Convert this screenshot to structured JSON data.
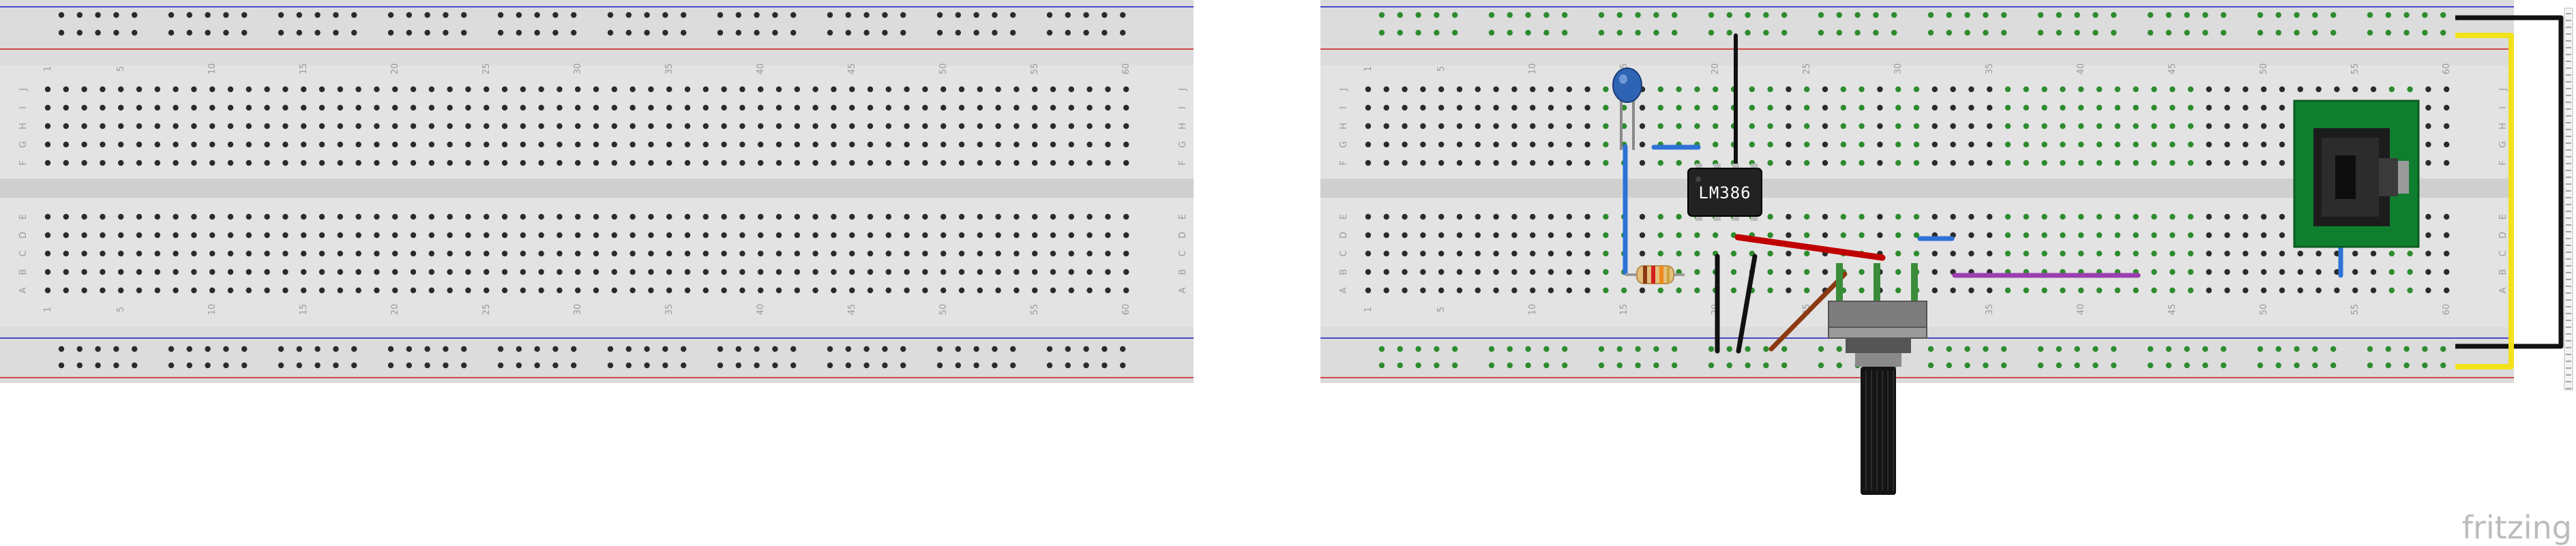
{
  "breadboard": {
    "row_letters_top": [
      "J",
      "I",
      "H",
      "G",
      "F"
    ],
    "row_letters_bottom": [
      "E",
      "D",
      "C",
      "B",
      "A"
    ],
    "column_numbers": [
      "1",
      "5",
      "10",
      "15",
      "20",
      "25",
      "30",
      "35",
      "40",
      "45",
      "50",
      "55",
      "60"
    ]
  },
  "chip": {
    "label": "LM386"
  },
  "brand": "fritzing",
  "colors": {
    "board": "#dcdcdc",
    "rail_blue": "#4848c8",
    "rail_red": "#d04848",
    "active_hole": "#2d8c2d",
    "wire_black": "#111111",
    "wire_blue": "#2d72d6",
    "wire_red": "#c00000",
    "wire_brown": "#8b3a12",
    "wire_purple": "#9b3fb0",
    "wire_yellow": "#f2e21a"
  }
}
